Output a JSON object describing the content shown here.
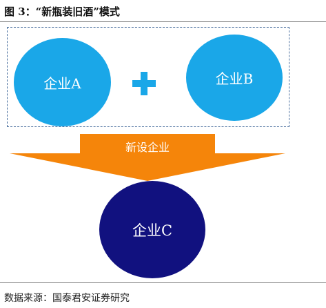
{
  "figure": {
    "title": "图 3：“新瓶装旧酒”模式",
    "source": "数据来源：国泰君安证券研究"
  },
  "nodes": {
    "company_a": "企业A",
    "company_b": "企业B",
    "new_company": "企业C"
  },
  "arrow": {
    "label": "新设企业"
  },
  "colors": {
    "input_circle": "#1aa7e8",
    "output_circle": "#11117f",
    "arrow": "#f5850a",
    "plus": "#1aa7e8",
    "group_border": "#4a6f9e"
  },
  "icons": {
    "plus": "plus-icon"
  }
}
